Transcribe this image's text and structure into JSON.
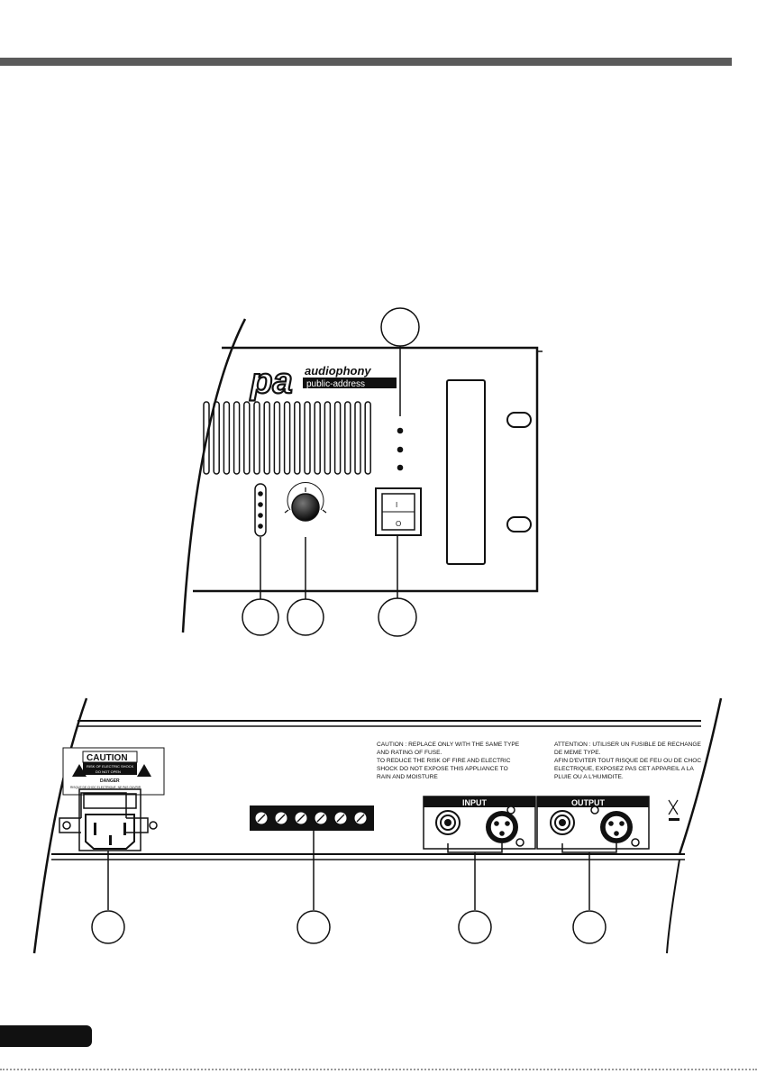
{
  "front_panel": {
    "logo_mark": "pa",
    "brand": "audiophony",
    "brand_sub": "public-address",
    "switch_on_mark": "I",
    "switch_off_mark": "O"
  },
  "rear_panel": {
    "caution_label": {
      "title": "CAUTION",
      "line1": "RISK OF ELECTRIC SHOCK",
      "line2": "DO NOT OPEN",
      "danger_title": "DANGER",
      "danger_line": "RISQUE DE CHOC ELECTRIQUE, NE PAS OUVRIR"
    },
    "caution_text_en": [
      "CAUTION : REPLACE ONLY WITH THE SAME TYPE",
      "AND RATING OF FUSE.",
      "TO REDUCE THE RISK OF FIRE AND ELECTRIC",
      "SHOCK DO NOT EXPOSE THIS APPLIANCE TO",
      "RAIN AND MOISTURE"
    ],
    "caution_text_fr": [
      "ATTENTION : UTILISER UN FUSIBLE DE RECHANGE",
      "DE MEME TYPE.",
      "AFIN D'EVITER TOUT RISQUE DE FEU OU DE CHOC",
      "ELECTRIQUE, EXPOSEZ PAS CET APPAREIL A LA",
      "PLUIE OU A L'HUMIDITE."
    ],
    "input_label": "INPUT",
    "output_label": "OUTPUT"
  }
}
